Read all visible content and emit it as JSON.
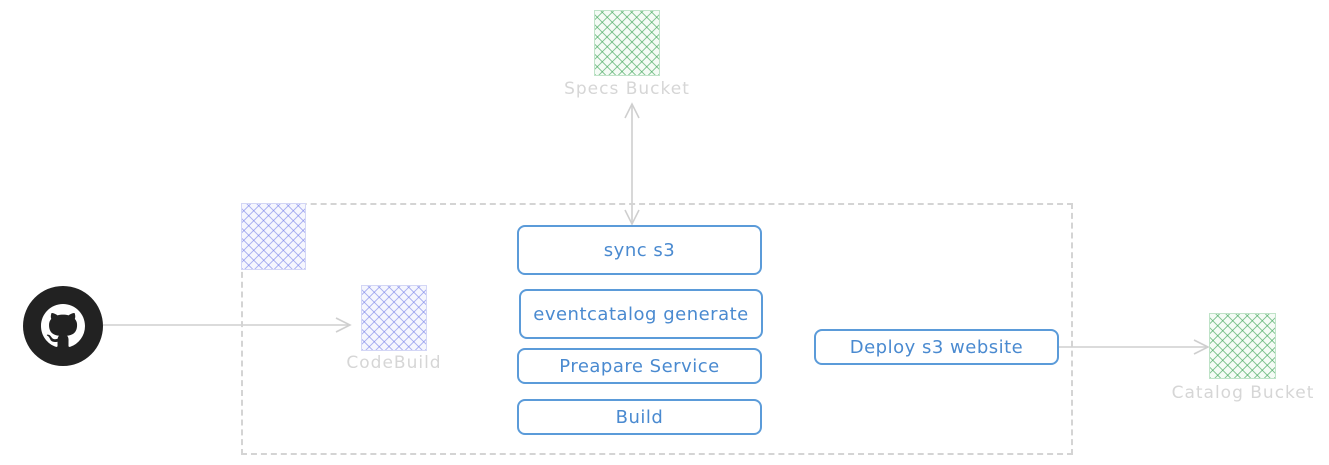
{
  "nodes": {
    "specs_bucket": {
      "label": "Specs Bucket"
    },
    "codebuild": {
      "label": "CodeBuild"
    },
    "catalog_bucket": {
      "label": "Catalog Bucket"
    }
  },
  "steps": {
    "sync_s3": "sync s3",
    "eventcatalog_generate": "eventcatalog generate",
    "prepare_service": "Preapare Service",
    "build": "Build",
    "deploy_website": "Deploy s3 website"
  },
  "colors": {
    "step_border": "#5b9bd9",
    "step_text": "#4a8ad0",
    "s3_icon": "#34a050",
    "codebuild_icon": "#6e78e6",
    "frame": "#d4d4d4",
    "github_badge": "#222222"
  },
  "icons": {
    "source": "github-icon",
    "specs_bucket": "s3-bucket-icon",
    "codebuild": "codebuild-icon",
    "catalog_bucket": "s3-bucket-icon",
    "pipeline": "codepipeline-icon"
  }
}
